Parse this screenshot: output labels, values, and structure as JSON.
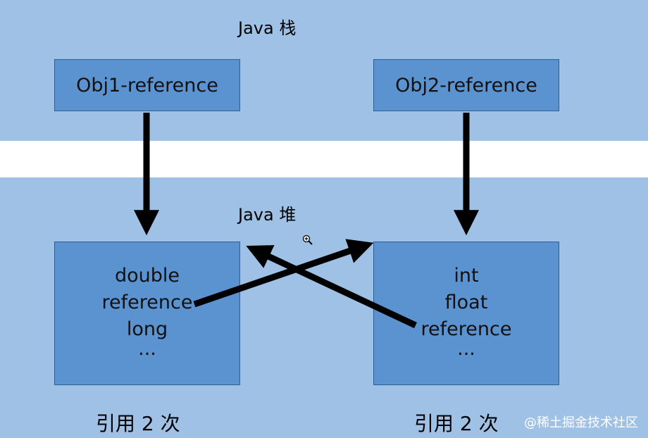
{
  "stack": {
    "title": "Java 栈",
    "refs": [
      {
        "label": "Obj1-reference"
      },
      {
        "label": "Obj2-reference"
      }
    ]
  },
  "heap": {
    "title": "Java 堆",
    "objects": [
      {
        "fields": [
          "double",
          "reference",
          "long",
          "..."
        ],
        "count_label": "引用 2 次"
      },
      {
        "fields": [
          "int",
          "float",
          "reference",
          "..."
        ],
        "count_label": "引用 2 次"
      }
    ]
  },
  "colors": {
    "background": "#9fc1e6",
    "box_fill": "#5b92d0",
    "separator": "#ffffff",
    "arrow": "#000000"
  },
  "watermark": "@稀土掘金技术社区",
  "cursor_icon": "zoom-in-icon"
}
